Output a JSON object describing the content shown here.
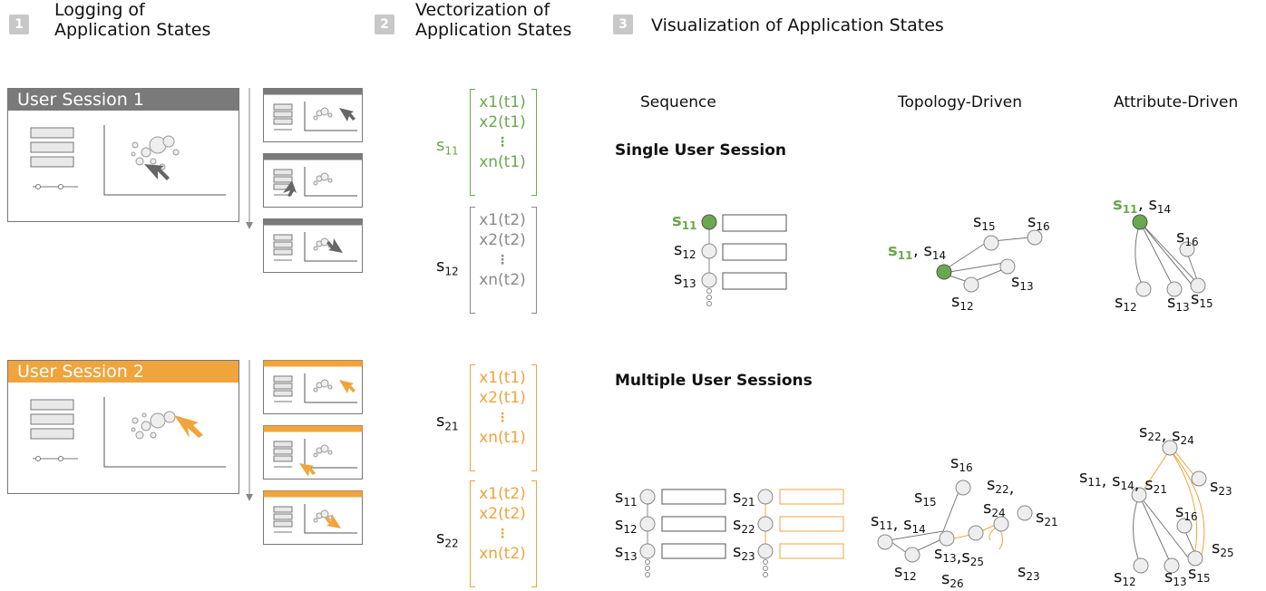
{
  "steps": [
    {
      "num": "1",
      "title_l1": "Logging of",
      "title_l2": "Application States"
    },
    {
      "num": "2",
      "title_l1": "Vectorization of",
      "title_l2": "Application States"
    },
    {
      "num": "3",
      "title_l1": "Visualization of Application States"
    }
  ],
  "sessions": [
    {
      "label": "User Session 1",
      "color": "#7a7a7a"
    },
    {
      "label": "User Session 2",
      "color": "#f0a43c"
    }
  ],
  "columns": [
    "Sequence",
    "Topology-Driven",
    "Attribute-Driven"
  ],
  "rows": [
    "Single User Session",
    "Multiple User Sessions"
  ],
  "vectors": {
    "s11": {
      "name": "s",
      "sub": "11",
      "entries": [
        "x1(t1)",
        "x2(t1)",
        "⋮",
        "xn(t1)"
      ]
    },
    "s12": {
      "name": "s",
      "sub": "12",
      "entries": [
        "x1(t2)",
        "x2(t2)",
        "⋮",
        "xn(t2)"
      ]
    },
    "s21": {
      "name": "s",
      "sub": "21",
      "entries": [
        "x1(t1)",
        "x2(t1)",
        "⋮",
        "xn(t1)"
      ]
    },
    "s22": {
      "name": "s",
      "sub": "22",
      "entries": [
        "x1(t2)",
        "x2(t2)",
        "⋮",
        "xn(t2)"
      ]
    }
  },
  "colors": {
    "green": "#6aa84f",
    "orange": "#f0a43c",
    "gray": "#7a7a7a"
  }
}
